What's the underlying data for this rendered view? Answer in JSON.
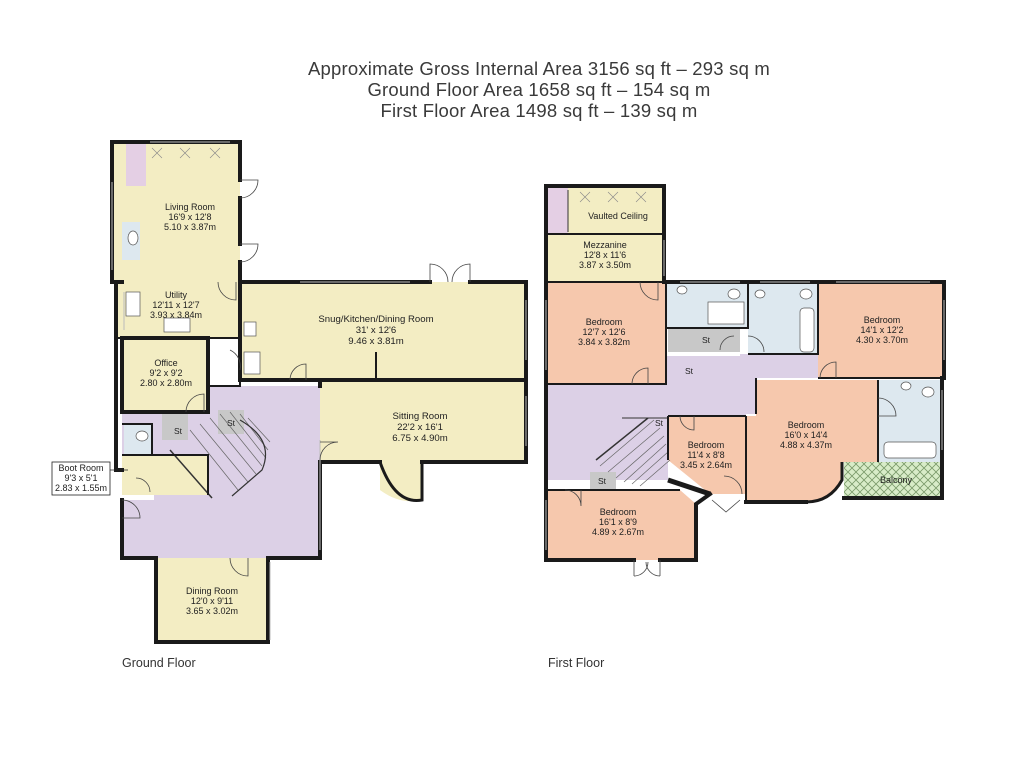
{
  "header": {
    "line1": "Approximate Gross Internal Area 3156 sq ft – 293 sq m",
    "line2": "Ground Floor Area 1658 sq ft – 154 sq m",
    "line3": "First Floor Area 1498 sq ft – 139 sq m"
  },
  "floors": {
    "ground": "Ground Floor",
    "first": "First Floor"
  },
  "rooms": {
    "living": {
      "name": "Living Room",
      "imperial": "16'9 x 12'8",
      "metric": "5.10 x 3.87m"
    },
    "utility": {
      "name": "Utility",
      "imperial": "12'11 x 12'7",
      "metric": "3.93 x 3.84m"
    },
    "office": {
      "name": "Office",
      "imperial": "9'2 x 9'2",
      "metric": "2.80 x 2.80m"
    },
    "snug": {
      "name": "Snug/Kitchen/Dining Room",
      "imperial": "31' x 12'6",
      "metric": "9.46 x 3.81m"
    },
    "sitting": {
      "name": "Sitting Room",
      "imperial": "22'2 x 16'1",
      "metric": "6.75 x 4.90m"
    },
    "boot": {
      "name": "Boot Room",
      "imperial": "9'3 x 5'1",
      "metric": "2.83 x 1.55m"
    },
    "dining": {
      "name": "Dining Room",
      "imperial": "12'0 x 9'11",
      "metric": "3.65 x 3.02m"
    },
    "vaulted": {
      "name": "Vaulted Ceiling"
    },
    "mezzanine": {
      "name": "Mezzanine",
      "imperial": "12'8 x 11'6",
      "metric": "3.87 x 3.50m"
    },
    "bed1": {
      "name": "Bedroom",
      "imperial": "12'7 x 12'6",
      "metric": "3.84 x 3.82m"
    },
    "bed2": {
      "name": "Bedroom",
      "imperial": "14'1 x 12'2",
      "metric": "4.30 x 3.70m"
    },
    "bed3": {
      "name": "Bedroom",
      "imperial": "11'4 x 8'8",
      "metric": "3.45 x 2.64m"
    },
    "bed4": {
      "name": "Bedroom",
      "imperial": "16'0 x 14'4",
      "metric": "4.88 x 4.37m"
    },
    "bed5": {
      "name": "Bedroom",
      "imperial": "16'1 x 8'9",
      "metric": "4.89 x 2.67m"
    },
    "balcony": {
      "name": "Balcony"
    }
  },
  "storage": "St",
  "colors": {
    "cream": "#f3edc3",
    "lilac": "#dcd0e6",
    "salmon": "#f6c8ad",
    "blue": "#dde8ef",
    "grey": "#c8c8c8",
    "balcony": "#d8ecc8"
  }
}
